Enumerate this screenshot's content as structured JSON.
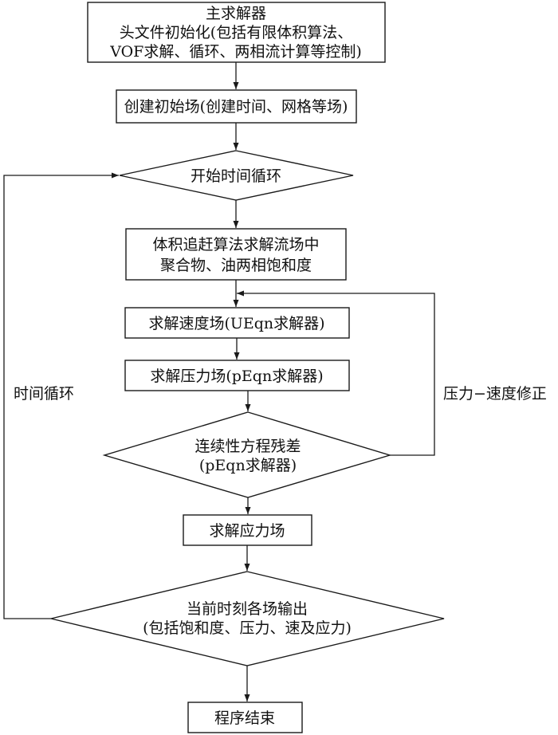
{
  "nodes": {
    "main_solver": {
      "lines": [
        "主求解器",
        "头文件初始化(包括有限体积算法、",
        "VOF求解、循环、两相流计算等控制)"
      ]
    },
    "create_fields": {
      "lines": [
        "创建初始场(创建时间、网格等场)"
      ]
    },
    "time_loop_start": {
      "lines": [
        "开始时间循环"
      ]
    },
    "volume_tracking": {
      "lines": [
        "体积追赶算法求解流场中",
        "聚合物、油两相饱和度"
      ]
    },
    "velocity_solver": {
      "lines": [
        "求解速度场(UEqn求解器)"
      ]
    },
    "pressure_solver": {
      "lines": [
        "求解压力场(pEqn求解器)"
      ]
    },
    "continuity_check": {
      "lines": [
        "连续性方程残差",
        "(pEqn求解器)"
      ]
    },
    "stress_solver": {
      "lines": [
        "求解应力场"
      ]
    },
    "output_fields": {
      "lines": [
        "当前时刻各场输出",
        "(包括饱和度、压力、速及应力)"
      ]
    },
    "program_end": {
      "lines": [
        "程序结束"
      ]
    }
  },
  "loop_labels": {
    "time_loop": "时间循环",
    "pressure_velocity_correction": "压力−速度修正"
  }
}
